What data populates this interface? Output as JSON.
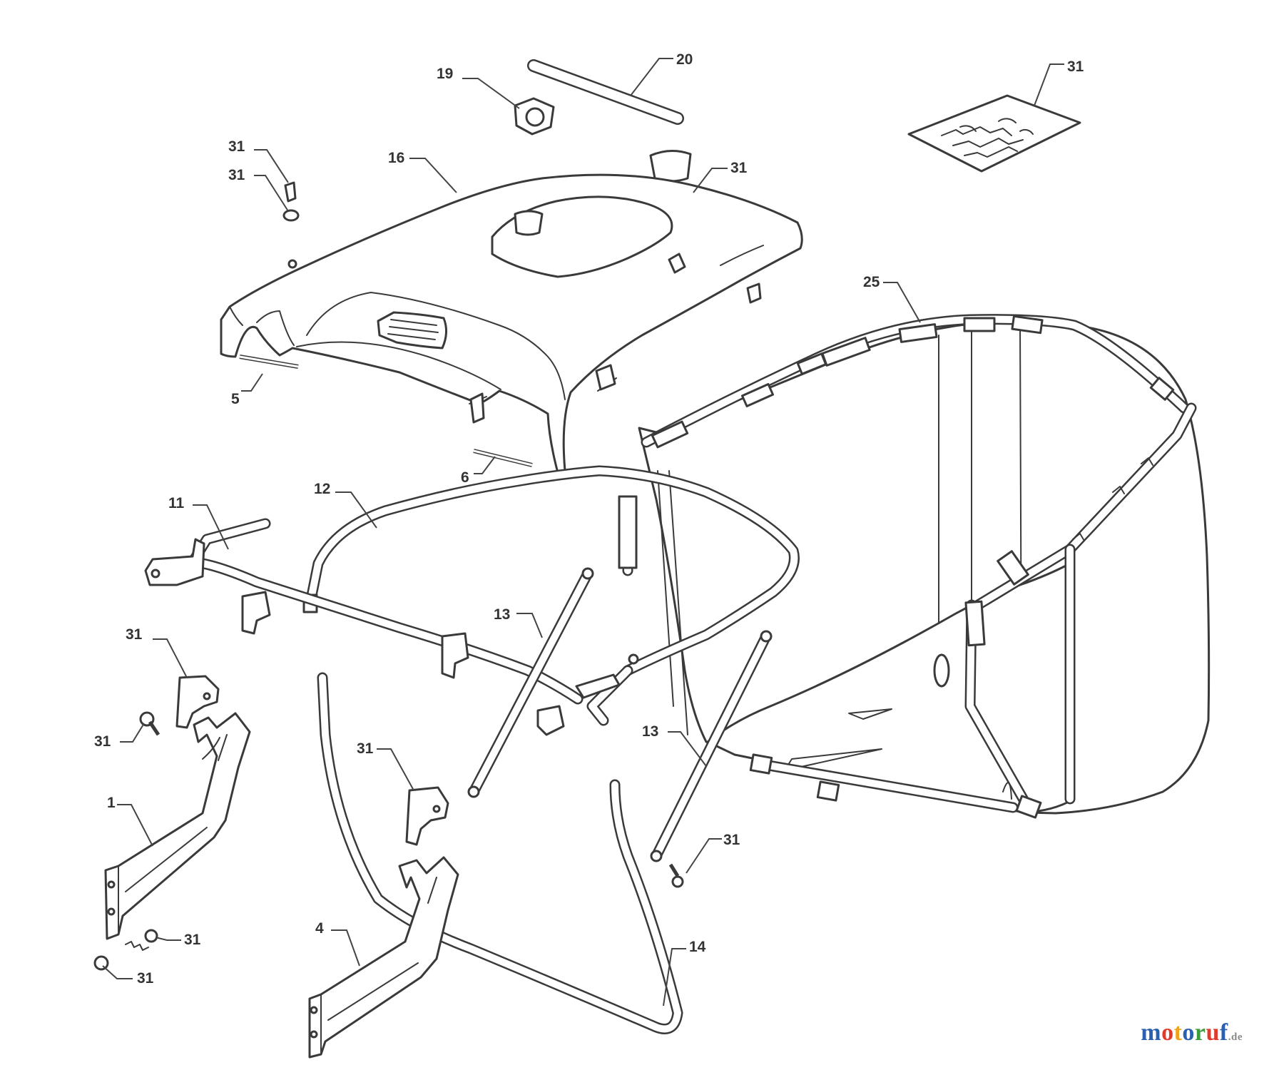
{
  "callouts": {
    "c1": "1",
    "c4": "4",
    "c5": "5",
    "c6": "6",
    "c11": "11",
    "c12": "12",
    "c13a": "13",
    "c13b": "13",
    "c14": "14",
    "c16": "16",
    "c19": "19",
    "c20": "20",
    "c25": "25",
    "c31_top_left_a": "31",
    "c31_top_left_b": "31",
    "c31_cap": "31",
    "c31_kit": "31",
    "c31_clip_left": "31",
    "c31_bolt_left": "31",
    "c31_spring": "31",
    "c31_nut": "31",
    "c31_clip_mid": "31",
    "c31_screw_right": "31"
  },
  "logo": {
    "letters": [
      "m",
      "o",
      "t",
      "o",
      "r",
      "u",
      "f"
    ],
    "colors": [
      "#2b5fb0",
      "#e03a2a",
      "#f0a21a",
      "#2b5fb0",
      "#3b9a3b",
      "#e03a2a",
      "#2b5fb0"
    ],
    "tld": ".de"
  }
}
